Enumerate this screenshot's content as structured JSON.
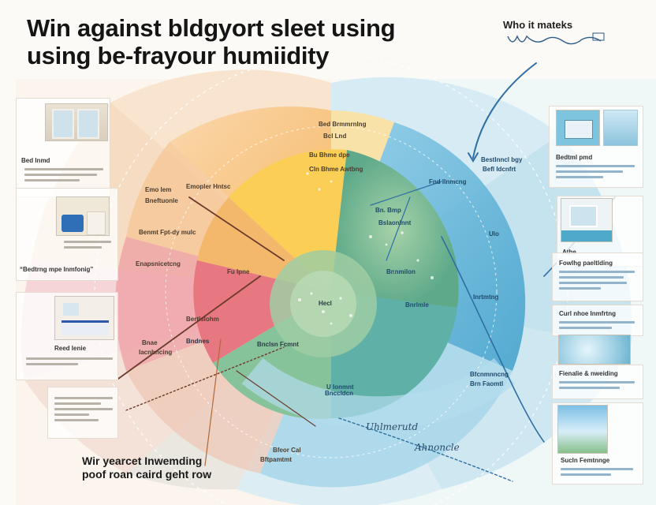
{
  "title": {
    "line1": "Win against bldgyort sleet using",
    "line2": "using be-frayour humiidity"
  },
  "corner": {
    "label": "Who it mateks",
    "script_lettering": "Wepmmtnlm"
  },
  "bottom_text": {
    "line1": "Wir yearcet Inwemding",
    "line2": "poof roan caird geht row"
  },
  "left_cards": [
    {
      "caption": "Bed Inmd"
    },
    {
      "caption": "“Bedtrng mpe Inmfonig”"
    },
    {
      "caption": "Reed Ienie"
    }
  ],
  "right_cards": [
    {
      "caption": "Bedtml pmd"
    },
    {
      "caption": "Athe"
    },
    {
      "caption": "Fowlhg paeltlding"
    },
    {
      "caption": "Curl nhoe Inmfrtng"
    },
    {
      "caption": "Fienalie & nweiding"
    },
    {
      "caption": "Sucln Femtnnge"
    }
  ],
  "segment_labels": {
    "orange": [
      "Bed Brmmrnlng",
      "Bu Bhme dpe",
      "Cln Bhme Awtbng"
    ],
    "left": [
      "Emo Iem",
      "Emopler Hntsc",
      "Bneftuonle"
    ],
    "mid_left": [
      "Benmt Fpt-dy mulc",
      "Enapsnicetcng"
    ],
    "red": [
      "Fu Ipne",
      "Bertlslohm"
    ],
    "center": [
      "Hecl",
      "Bnclsn Fcmnt",
      "Bndnes"
    ],
    "blue": [
      "Fnd Ilnmcng",
      "Bn. Bmp",
      "Bslaonlnnt",
      "Bnnmilon",
      "Ulo",
      "Inrtmtng",
      "Bnrlmle"
    ],
    "lower": [
      "Bfcnmnncng",
      "Brn Faomtl",
      "Bnccldcn",
      "Bfeor Cal",
      "Bftpamtmt"
    ],
    "connector": [
      "Bestlnncl bgy",
      "Befl Idcnfrt",
      "Bcl Lnd",
      "U Ionmnt"
    ],
    "left_mini": [
      "Bnae",
      "Iacnhncing"
    ]
  },
  "script_words": [
    "Uhlmerutd",
    "Ahnoncle"
  ],
  "colors": {
    "orange": "#f6b24a",
    "yellow": "#fbd765",
    "red": "#e6707a",
    "green": "#7ebe8c",
    "blue": "#5fb6d9",
    "light_blue": "#bfe0ee",
    "peach": "#f7dcc3",
    "pink": "#f3c9cc",
    "arrow": "#2f6fa3",
    "dark_arrow": "#6b3b2c"
  }
}
